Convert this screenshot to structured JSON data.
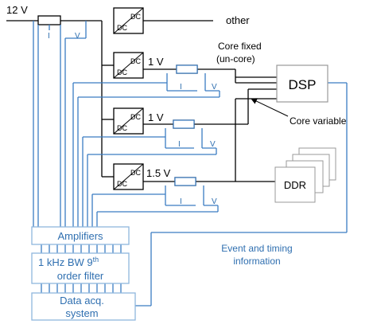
{
  "colors": {
    "wire": "#000000",
    "signal": "#3a7cc2",
    "signal_text": "#2f6fb0",
    "box_border": "#8fb6dd",
    "box_fill": "#ffffff"
  },
  "supply": {
    "voltage": "12 V"
  },
  "sense_labels": {
    "current": "I",
    "voltage": "V"
  },
  "converters": [
    {
      "top": "DC",
      "bottom": "DC",
      "output": "",
      "dest": "other"
    },
    {
      "top": "DC",
      "bottom": "DC",
      "output": "1 V"
    },
    {
      "top": "DC",
      "bottom": "DC",
      "output": "1 V"
    },
    {
      "top": "DC",
      "bottom": "DC",
      "output": "1.5 V"
    }
  ],
  "loads": {
    "core_fixed": "Core fixed",
    "core_fixed_sub": "(un-core)",
    "core_variable": "Core variable",
    "dsp": "DSP",
    "ddr": "DDR"
  },
  "chain": {
    "amplifiers": "Amplifiers",
    "filter_line1": "1 kHz BW 9",
    "filter_sup": "th",
    "filter_line2": "order filter",
    "daq_line1": "Data acq.",
    "daq_line2": "system"
  },
  "event": {
    "line1": "Event and timing",
    "line2": "information"
  }
}
